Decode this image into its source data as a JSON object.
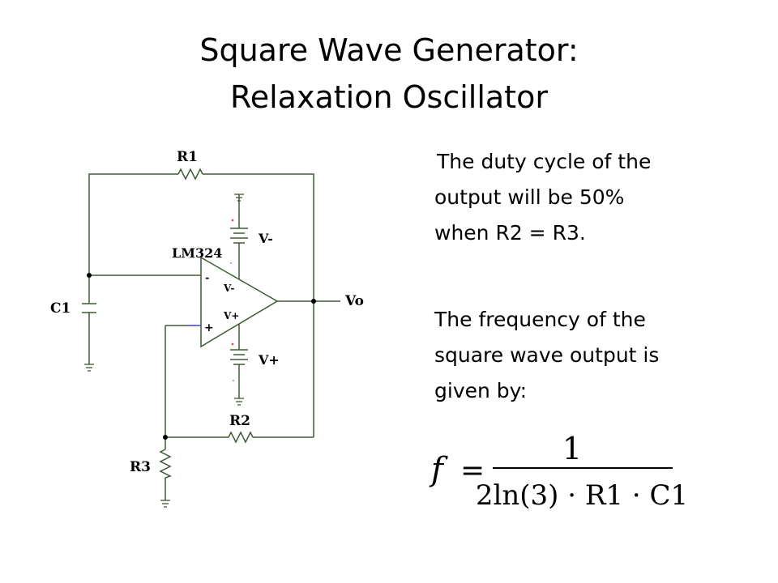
{
  "title": {
    "line1": "Square Wave Generator:",
    "line2": "Relaxation Oscillator"
  },
  "body": {
    "para1": [
      "The duty cycle of the",
      "output will be 50%",
      "when R2 = R3."
    ],
    "para2": [
      "The frequency of the",
      "square wave output is",
      "given by:"
    ]
  },
  "circuit": {
    "labels": {
      "r1": "R1",
      "r2": "R2",
      "r3": "R3",
      "c1": "C1",
      "opamp": "LM324",
      "vo": "Vo",
      "vminus_supply": "V-",
      "vplus_supply": "V+",
      "vminus_pin": "V-",
      "vplus_pin": "V+",
      "inv_sign": "-",
      "noninv_sign": "+"
    },
    "colors": {
      "wire": "#3c5a32",
      "label": "#000000",
      "input_lead": "#3a3ae0",
      "polarity": "#d04040"
    }
  },
  "formula": {
    "lhs": "f",
    "equals": "=",
    "numerator": "1",
    "denominator": "2ln(3) · R1 · C1"
  }
}
